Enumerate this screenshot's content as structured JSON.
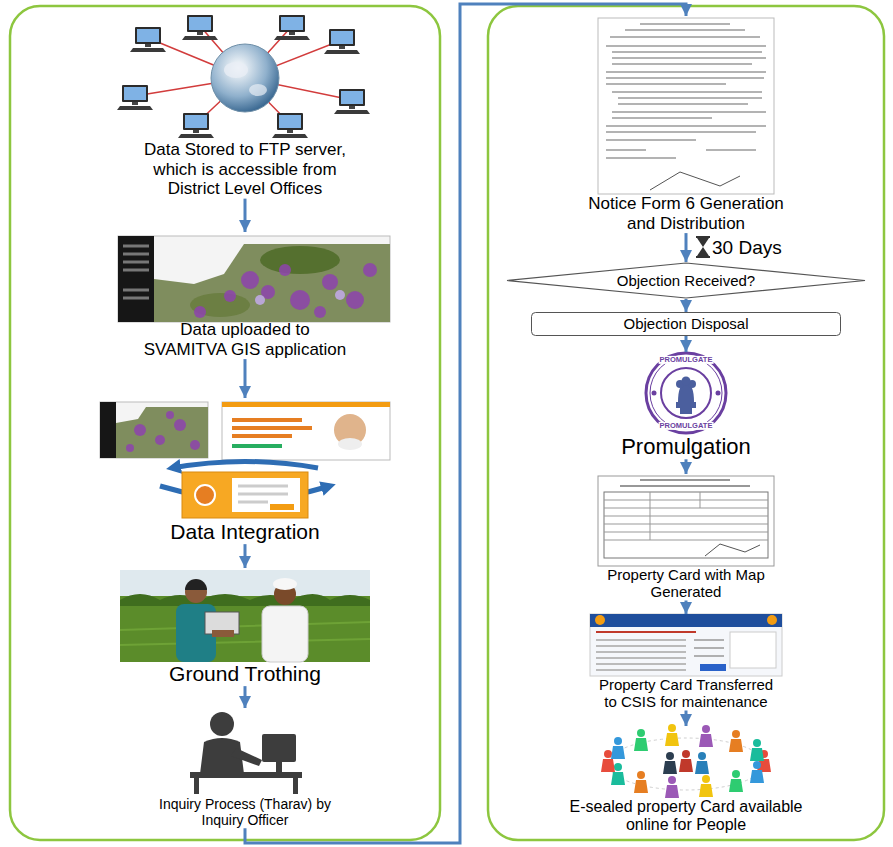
{
  "diagram": {
    "nodes": [
      {
        "text": [
          "Data Stored to FTP server, which is accessible from District Level Offices"
        ]
      },
      {
        "text": [
          "Data uploaded to SVAMITVA GIS application"
        ]
      },
      {
        "text": [
          "Data Integration"
        ]
      },
      {
        "text": [
          "Ground Trothing"
        ]
      },
      {
        "text": [
          "Inquiry Process (Tharav) by Inquiry Officer"
        ]
      },
      {
        "text": [
          "Notice Form 6 Generation and Distribution"
        ]
      },
      {
        "text": [
          "Objection Received?"
        ]
      },
      {
        "text": [
          "Objection Disposal"
        ]
      },
      {
        "text": [
          "Promulgation"
        ]
      },
      {
        "text": [
          "Property Card with Map Generated"
        ]
      },
      {
        "text": [
          "Property Card Transferred to CSIS for maintenance"
        ]
      },
      {
        "text": [
          "E-sealed property Card available online for People"
        ]
      }
    ],
    "edges": [
      {
        "from": 0,
        "to": 1,
        "arrow": "to"
      },
      {
        "from": 1,
        "to": 2,
        "arrow": "to"
      },
      {
        "from": 2,
        "to": 3,
        "arrow": "to"
      },
      {
        "from": 3,
        "to": 4,
        "arrow": "to"
      },
      {
        "from": 4,
        "to": 5,
        "arrow": "to"
      },
      {
        "from": 5,
        "to": 6,
        "arrow": "to"
      },
      {
        "from": 6,
        "to": 7,
        "arrow": "to"
      },
      {
        "from": 7,
        "to": 8,
        "arrow": "to"
      },
      {
        "from": 8,
        "to": 9,
        "arrow": "to"
      },
      {
        "from": 9,
        "to": 10,
        "arrow": "to"
      },
      {
        "from": 10,
        "to": 11,
        "arrow": "to"
      }
    ],
    "labels": [
      "30 Days",
      "PROMULGATE",
      "PROMULGATE"
    ]
  }
}
